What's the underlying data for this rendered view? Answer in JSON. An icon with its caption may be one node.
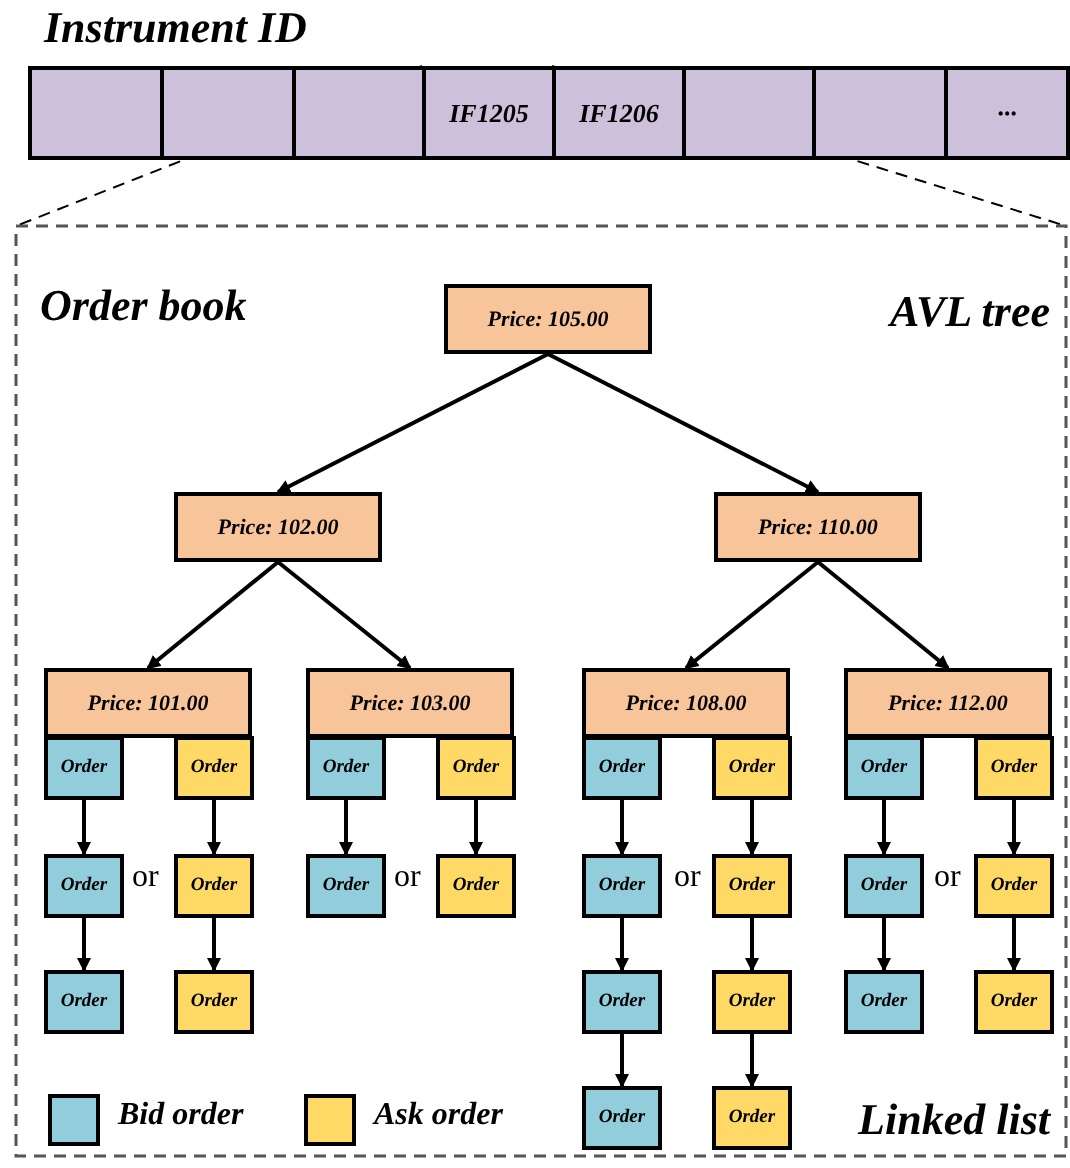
{
  "diagram": {
    "title": "Instrument ID",
    "nodes": [
      {
        "text": [],
        "shape": "box"
      },
      {
        "text": [],
        "shape": "box"
      },
      {
        "text": [],
        "shape": "box"
      },
      {
        "text": [
          "IF1205"
        ]
      },
      {
        "text": [
          "IF1206"
        ]
      },
      {
        "text": [],
        "shape": "box"
      },
      {
        "text": [],
        "shape": "box"
      },
      {
        "text": [
          "···"
        ]
      },
      {
        "text": [
          "Price: 105.00"
        ]
      },
      {
        "text": [
          "Price: 102.00"
        ]
      },
      {
        "text": [
          "Price: 110.00"
        ]
      },
      {
        "text": [
          "Price: 101.00"
        ]
      },
      {
        "text": [
          "Price: 103.00"
        ]
      },
      {
        "text": [
          "Price: 108.00"
        ]
      },
      {
        "text": [
          "Price: 112.00"
        ]
      },
      {
        "text": [
          "Order"
        ]
      },
      {
        "text": [
          "Order"
        ]
      },
      {
        "text": [
          "Order"
        ]
      },
      {
        "text": [
          "Order"
        ]
      },
      {
        "text": [
          "Order"
        ]
      },
      {
        "text": [
          "Order"
        ]
      },
      {
        "text": [
          "Order"
        ]
      },
      {
        "text": [
          "Order"
        ]
      },
      {
        "text": [
          "Order"
        ]
      },
      {
        "text": [
          "Order"
        ]
      },
      {
        "text": [
          "Order"
        ]
      },
      {
        "text": [
          "Order"
        ]
      },
      {
        "text": [
          "Order"
        ]
      },
      {
        "text": [
          "Order"
        ]
      },
      {
        "text": [
          "Order"
        ]
      },
      {
        "text": [
          "Order"
        ]
      },
      {
        "text": [
          "Order"
        ]
      },
      {
        "text": [
          "Order"
        ]
      },
      {
        "text": [
          "Order"
        ]
      },
      {
        "text": [
          "Order"
        ]
      },
      {
        "text": [
          "Order"
        ]
      },
      {
        "text": [
          "Order"
        ]
      },
      {
        "text": [
          "Order"
        ]
      },
      {
        "text": [
          "Order"
        ]
      }
    ],
    "edges": [
      {
        "from": 8,
        "to": 9,
        "arrow": "to"
      },
      {
        "from": 8,
        "to": 10,
        "arrow": "to"
      },
      {
        "from": 9,
        "to": 11,
        "arrow": "to"
      },
      {
        "from": 9,
        "to": 12,
        "arrow": "to"
      },
      {
        "from": 10,
        "to": 13,
        "arrow": "to"
      },
      {
        "from": 10,
        "to": 14,
        "arrow": "to"
      },
      {
        "from": 15,
        "to": 16,
        "arrow": "to"
      },
      {
        "from": 16,
        "to": 17,
        "arrow": "to"
      },
      {
        "from": 18,
        "to": 19,
        "arrow": "to"
      },
      {
        "from": 19,
        "to": 20,
        "arrow": "to"
      },
      {
        "from": 21,
        "to": 22,
        "arrow": "to"
      },
      {
        "from": 23,
        "to": 24,
        "arrow": "to"
      },
      {
        "from": 25,
        "to": 26,
        "arrow": "to"
      },
      {
        "from": 26,
        "to": 27,
        "arrow": "to"
      },
      {
        "from": 27,
        "to": 28,
        "arrow": "to"
      },
      {
        "from": 29,
        "to": 30,
        "arrow": "to"
      },
      {
        "from": 30,
        "to": 31,
        "arrow": "to"
      },
      {
        "from": 31,
        "to": 32,
        "arrow": "to"
      },
      {
        "from": 33,
        "to": 34,
        "arrow": "to"
      },
      {
        "from": 34,
        "to": 35,
        "arrow": "to"
      },
      {
        "from": 36,
        "to": 37,
        "arrow": "to"
      },
      {
        "from": 37,
        "to": 38,
        "arrow": "to"
      }
    ],
    "labels": [
      "Order book",
      "AVL tree",
      "or",
      "or",
      "or",
      "or",
      "Linked list"
    ],
    "legend": [
      {
        "text": "Bid order",
        "color": "#92cddc"
      },
      {
        "text": "Ask order",
        "color": "#ffd966"
      }
    ]
  }
}
